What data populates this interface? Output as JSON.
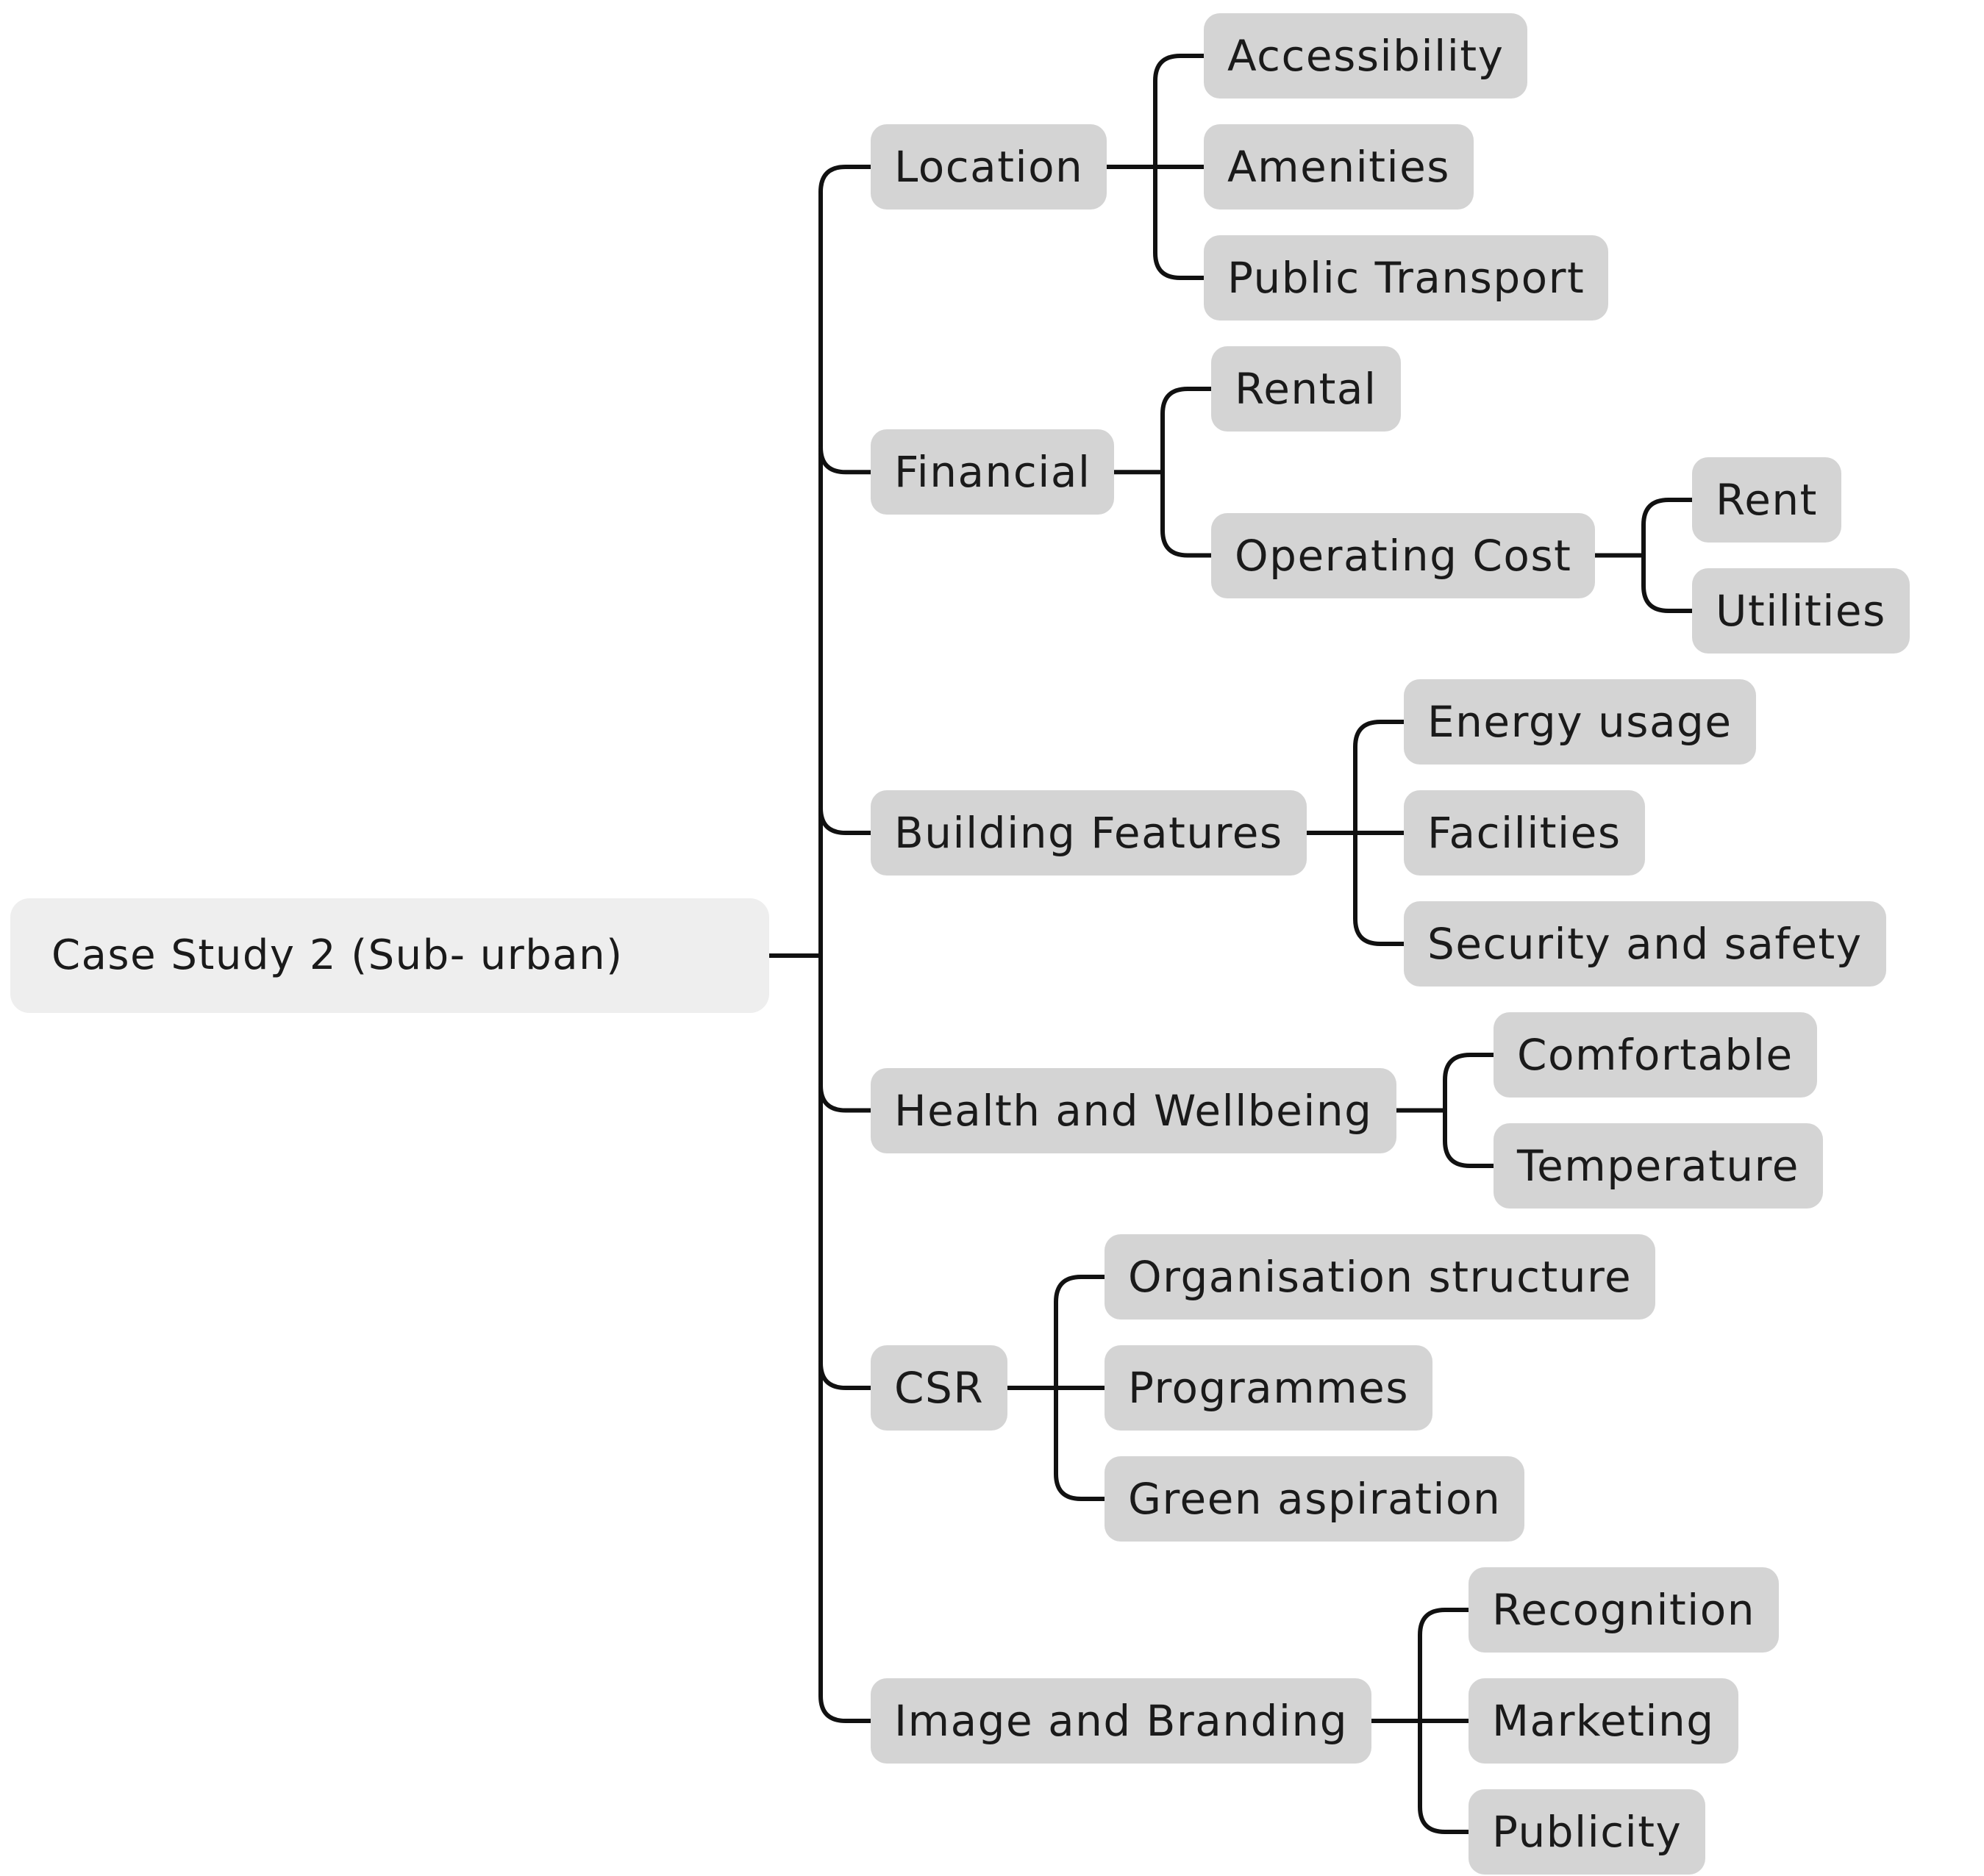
{
  "diagram": {
    "root": {
      "label": "Case Study 2 (Sub- urban)",
      "children": [
        {
          "label": "Location",
          "children": [
            {
              "label": "Accessibility",
              "children": []
            },
            {
              "label": "Amenities",
              "children": []
            },
            {
              "label": "Public Transport",
              "children": []
            }
          ]
        },
        {
          "label": "Financial",
          "children": [
            {
              "label": "Rental",
              "children": []
            },
            {
              "label": "Operating Cost",
              "children": [
                {
                  "label": "Rent",
                  "children": []
                },
                {
                  "label": "Utilities",
                  "children": []
                }
              ]
            }
          ]
        },
        {
          "label": "Building Features",
          "children": [
            {
              "label": "Energy usage",
              "children": []
            },
            {
              "label": "Facilities",
              "children": []
            },
            {
              "label": "Security and safety",
              "children": []
            }
          ]
        },
        {
          "label": "Health and Wellbeing",
          "children": [
            {
              "label": "Comfortable",
              "children": []
            },
            {
              "label": "Temperature",
              "children": []
            }
          ]
        },
        {
          "label": "CSR",
          "children": [
            {
              "label": "Organisation structure",
              "children": []
            },
            {
              "label": "Programmes",
              "children": []
            },
            {
              "label": "Green aspiration",
              "children": []
            }
          ]
        },
        {
          "label": "Image and Branding",
          "children": [
            {
              "label": "Recognition",
              "children": []
            },
            {
              "label": "Marketing",
              "children": []
            },
            {
              "label": "Publicity",
              "children": []
            }
          ]
        }
      ]
    }
  },
  "colors": {
    "node_fill": "#d4d4d4",
    "root_fill": "#eeeeee",
    "connector": "#111111",
    "text": "#1a1a1a"
  }
}
